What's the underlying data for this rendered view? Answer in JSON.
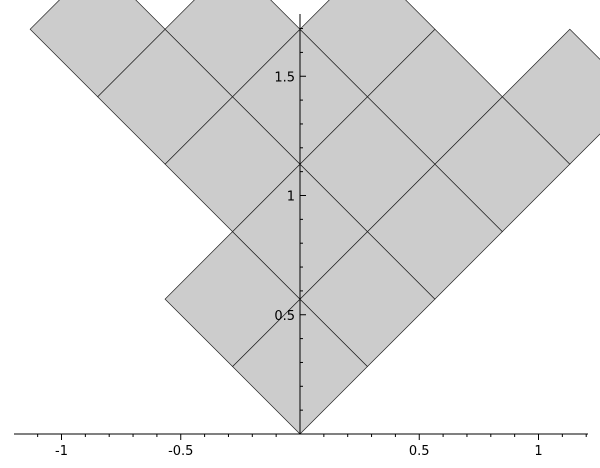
{
  "chart_data": {
    "type": "diagram",
    "description_kind": "young-diagram-russian",
    "cell_size_units": 0.4,
    "columns": [
      2,
      5,
      4,
      3,
      1
    ],
    "xlim": [
      -1.2,
      1.2
    ],
    "ylim": [
      0,
      1.75
    ],
    "x_ticks": [
      {
        "value": -1,
        "label": "-1"
      },
      {
        "value": -0.5,
        "label": "-0.5"
      },
      {
        "value": 0.5,
        "label": "0.5"
      },
      {
        "value": 1,
        "label": "1"
      }
    ],
    "y_ticks": [
      {
        "value": 0.5,
        "label": "0.5"
      },
      {
        "value": 1,
        "label": "1"
      },
      {
        "value": 1.5,
        "label": "1.5"
      }
    ],
    "colors": {
      "cell_fill": "#cccccc",
      "cell_stroke": "#222222",
      "axis": "#000000"
    }
  }
}
